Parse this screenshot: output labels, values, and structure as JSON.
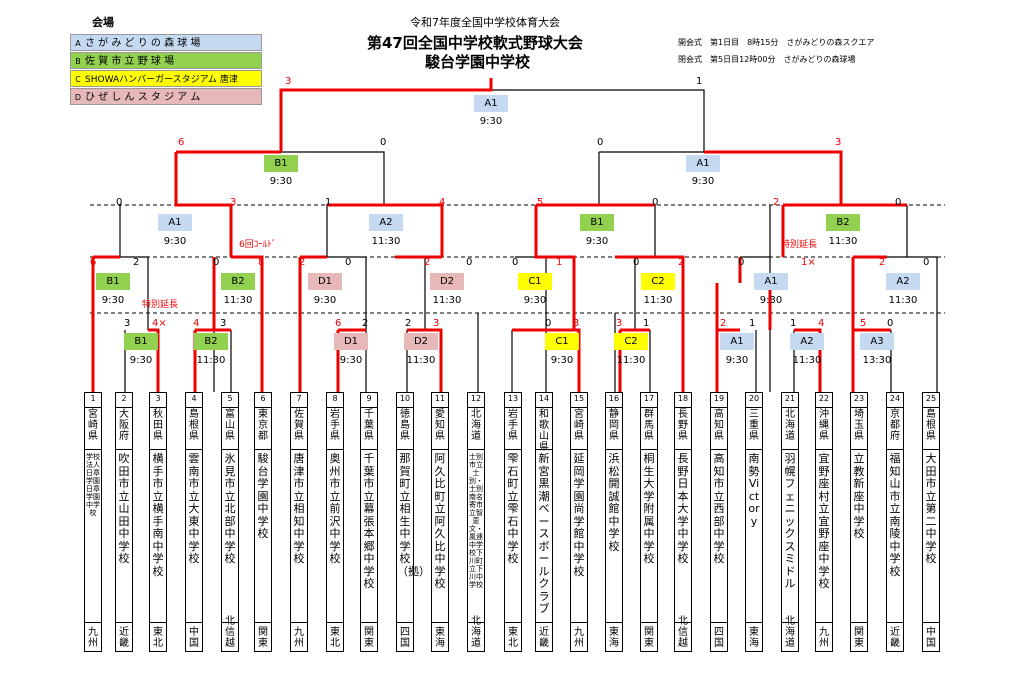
{
  "header": {
    "line1": "令和7年度全国中学校体育大会",
    "line2": "第47回全国中学校軟式野球大会",
    "line3": "駿台学園中学校"
  },
  "venues": {
    "title": "会場",
    "items": [
      {
        "code": "A",
        "name": "さ が み ど り の 森 球 場",
        "color": "#c5d9f1"
      },
      {
        "code": "B",
        "name": "佐 賀 市 立 野 球 場",
        "color": "#92d050"
      },
      {
        "code": "C",
        "name": "SHOWAハンバーガースタジアム 唐津",
        "color": "#ffff00"
      },
      {
        "code": "D",
        "name": "ひ ぜ し ん ス タ ジ ア ム",
        "color": "#e6b8b7"
      }
    ]
  },
  "ceremony": {
    "open": "開会式　第1日目　8時15分　さがみどりの森スクエア",
    "close": "閉会式　第5日目12時00分　さがみどりの森球場"
  },
  "games": [
    {
      "label": "A1",
      "time": "9:30"
    },
    {
      "label": "B1",
      "time": "9:30"
    },
    {
      "label": "A1",
      "time": "9:30"
    },
    {
      "label": "A1",
      "time": "9:30"
    },
    {
      "label": "A2",
      "time": "11:30"
    },
    {
      "label": "B1",
      "time": "9:30"
    },
    {
      "label": "B2",
      "time": "11:30"
    },
    {
      "label": "B1",
      "time": "9:30"
    },
    {
      "label": "B2",
      "time": "11:30"
    },
    {
      "label": "D1",
      "time": "9:30"
    },
    {
      "label": "D2",
      "time": "11:30"
    },
    {
      "label": "C1",
      "time": "9:30"
    },
    {
      "label": "C2",
      "time": "11:30"
    },
    {
      "label": "A1",
      "time": "9:30"
    },
    {
      "label": "A2",
      "time": "11:30"
    },
    {
      "label": "B1",
      "time": "9:30"
    },
    {
      "label": "B2",
      "time": "11:30"
    },
    {
      "label": "D1",
      "time": "9:30"
    },
    {
      "label": "D2",
      "time": "11:30"
    },
    {
      "label": "C1",
      "time": "9:30"
    },
    {
      "label": "C2",
      "time": "11:30"
    },
    {
      "label": "A1",
      "time": "9:30"
    },
    {
      "label": "A2",
      "time": "11:30"
    },
    {
      "label": "A3",
      "time": "13:30"
    }
  ],
  "scores": [
    "3",
    "1",
    "6",
    "0",
    "0",
    "3",
    "0",
    "3",
    "1",
    "4",
    "5",
    "0",
    "2",
    "0",
    "6",
    "2",
    "0",
    "8",
    "2",
    "0",
    "2",
    "0",
    "0",
    "1",
    "0",
    "2",
    "0",
    "1×",
    "2",
    "0",
    "3",
    "4×",
    "4",
    "3",
    "6",
    "2",
    "2",
    "3",
    "0",
    "3",
    "3",
    "1",
    "2",
    "1",
    "1",
    "4",
    "5",
    "0"
  ],
  "notes": {
    "cold": "6回ｺｰﾙﾄﾞ",
    "extra1": "特別延長",
    "extra2": "特別延長"
  },
  "teams": [
    {
      "num": "1",
      "pref": "宮崎県",
      "school": "学校法人日章学園　日章学園中学校",
      "small": true,
      "region": "九州"
    },
    {
      "num": "2",
      "pref": "大阪府",
      "school": "吹田市立山田中学校",
      "region": "近畿"
    },
    {
      "num": "3",
      "pref": "秋田県",
      "school": "横手市立横手南中学校",
      "region": "東北"
    },
    {
      "num": "4",
      "pref": "島根県",
      "school": "雲南市立大東中学校",
      "region": "中国"
    },
    {
      "num": "5",
      "pref": "富山県",
      "school": "氷見市立北部中学校",
      "region": "北信越"
    },
    {
      "num": "6",
      "pref": "東京都",
      "school": "駿台学園中学校",
      "region": "関東"
    },
    {
      "num": "7",
      "pref": "佐賀県",
      "school": "唐津市立相知中学校",
      "region": "九州"
    },
    {
      "num": "8",
      "pref": "岩手県",
      "school": "奥州市立前沢中学校",
      "region": "東北"
    },
    {
      "num": "9",
      "pref": "千葉県",
      "school": "千葉市立幕張本郷中学校",
      "region": "関東"
    },
    {
      "num": "10",
      "pref": "徳島県",
      "school": "那賀町立相生中学校（拠）",
      "region": "四国"
    },
    {
      "num": "11",
      "pref": "愛知県",
      "school": "阿久比町立阿久比中学校",
      "region": "東海"
    },
    {
      "num": "12",
      "pref": "北海道",
      "school": "士別市立士別・士別南名寄市立智恵文・風連中学校下川町立下川中学校",
      "small": true,
      "region": "北海道"
    },
    {
      "num": "13",
      "pref": "岩手県",
      "school": "雫石町立雫石中学校",
      "region": "東北"
    },
    {
      "num": "14",
      "pref": "和歌山県",
      "school": "新宮黒潮ベースボールクラブ",
      "region": "近畿"
    },
    {
      "num": "15",
      "pref": "宮崎県",
      "school": "延岡学園　尚学館中学校",
      "region": "九州"
    },
    {
      "num": "16",
      "pref": "静岡県",
      "school": "浜松開誠館中学校",
      "region": "東海"
    },
    {
      "num": "17",
      "pref": "群馬県",
      "school": "桐生大学附属中学校",
      "region": "関東"
    },
    {
      "num": "18",
      "pref": "長野県",
      "school": "長野日本大学中学校",
      "region": "北信越"
    },
    {
      "num": "19",
      "pref": "高知県",
      "school": "高知市立西部中学校",
      "region": "四国"
    },
    {
      "num": "20",
      "pref": "三重県",
      "school": "南勢Victory",
      "region": "東海"
    },
    {
      "num": "21",
      "pref": "北海道",
      "school": "羽幌フェニックスミドル",
      "region": "北海道"
    },
    {
      "num": "22",
      "pref": "沖縄県",
      "school": "宜野座村立宜野座中学校",
      "region": "九州"
    },
    {
      "num": "23",
      "pref": "埼玉県",
      "school": "立教新座中学校",
      "region": "関東"
    },
    {
      "num": "24",
      "pref": "京都府",
      "school": "福知山市立南陵中学校",
      "region": "近畿"
    },
    {
      "num": "25",
      "pref": "島根県",
      "school": "大田市立第二中学校",
      "region": "中国"
    }
  ]
}
